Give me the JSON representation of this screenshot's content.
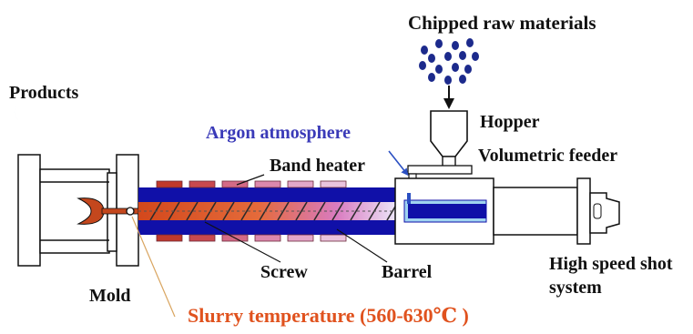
{
  "labels": {
    "chipped_raw_materials": "Chipped raw materials",
    "products": "Products",
    "hopper": "Hopper",
    "argon_atmosphere": "Argon atmosphere",
    "volumetric_feeder": "Volumetric feeder",
    "band_heater": "Band heater",
    "screw": "Screw",
    "barrel": "Barrel",
    "mold": "Mold",
    "high_speed_shot_line1": "High speed shot",
    "high_speed_shot_line2": "system",
    "slurry_temperature": "Slurry temperature (560-630℃ )"
  },
  "colors": {
    "text": "#111111",
    "argon_text": "#3a3ab8",
    "slurry_text": "#e0521e",
    "barrel_blue": "#1010a8",
    "granule_blue": "#1c2a8c",
    "heater_hot": "#c0392b",
    "heater_cool": "#e7b9d8",
    "mold_product": "#c4471d"
  }
}
